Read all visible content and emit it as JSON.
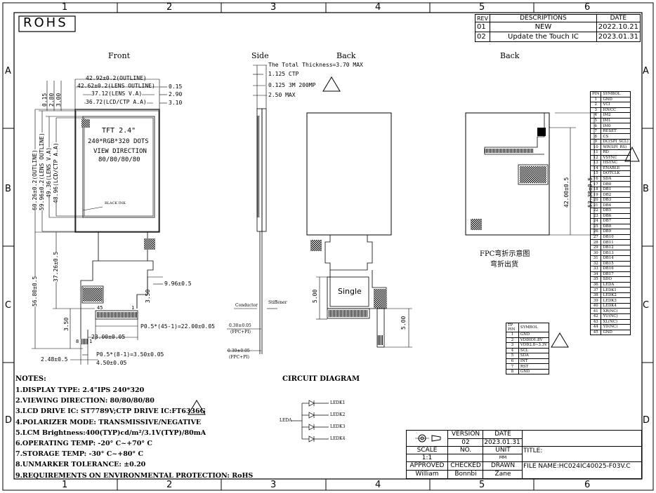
{
  "frame": {
    "col_marks": [
      "1",
      "2",
      "3",
      "4",
      "5",
      "6"
    ],
    "row_marks": [
      "A",
      "B",
      "C",
      "D"
    ]
  },
  "rohs": "ROHS",
  "revision": {
    "headers": [
      "REV",
      "DESCRIPTIONS",
      "DATE"
    ],
    "rows": [
      {
        "rev": "01",
        "desc": "NEW",
        "date": "2022.10.21"
      },
      {
        "rev": "02",
        "desc": "Update the Touch IC",
        "date": "2023.01.31"
      }
    ]
  },
  "views": {
    "front": "Front",
    "side": "Side",
    "back1": "Back",
    "back2": "Back"
  },
  "front": {
    "outline_w": "42.92±0.2(OUTLINE)",
    "lens_outline_w": "42.62±0.2(LENS OUTLINE)",
    "lens_va_w": "37.12(LENS V.A)",
    "lcd_aa_w": "36.72(LCD/CTP A.A)",
    "r_015": "0.15",
    "r_290": "2.90",
    "r_310": "3.10",
    "l_015": "0.15",
    "l_280": "2.80",
    "l_300": "3.00",
    "v_outline": "60.26±0.2(OUTLINE)",
    "v_lens_outline": "59.96±0.2(LENS OUTLINE)",
    "v_lens_va": "49.36(LENS V.A)",
    "v_lcd_aa": "48.96(LCD/CTP A.A)",
    "tft": "TFT 2.4\"",
    "dots": "240*RGB*320 DOTS",
    "view_dir": "VIEW DIRECTION",
    "view_val": "80/80/80/80",
    "black_ink": "BLACK INK",
    "d_5680": "56.80±0.5",
    "d_3726": "37.26±0.5",
    "d_350a": "3.50",
    "d_350b": "3.50",
    "d_996": "9.96±0.5",
    "pin45": "45",
    "pin1": "1",
    "pin8": "8",
    "pin1b": "1",
    "d_fpc45": "P0.5*(45-1)=22.00±0.05",
    "d_2300": "23.00±0.05",
    "d_fpc8": "P0.5*(8-1)=3.50±0.05",
    "d_248": "2.48±0.5",
    "d_450": "4.50±0.05"
  },
  "side": {
    "total": "The Total Thickness=3.70 MAX",
    "ctp": "1.125 CTP",
    "tape": "0.125 3M 200MP",
    "max250": "2.50 MAX",
    "conductor": "Conductor",
    "stiffener": "Stiffener",
    "fpc1": "0.30±0.05",
    "fpc1b": "(FPC+PI)",
    "fpc2": "0.30±0.05",
    "fpc2b": "(FPC+PI)"
  },
  "back1": {
    "single": "Single",
    "d500a": "5.00",
    "d500b": "5.00"
  },
  "back2": {
    "d42": "42.00±0.5",
    "d5338": "53.38±0.5",
    "bend_cn1": "FPC弯折示意图",
    "bend_cn2": "弯折出货"
  },
  "lcd_pins": {
    "header": [
      "PIN",
      "SYMBOL"
    ],
    "rows": [
      [
        "1",
        "GND"
      ],
      [
        "2",
        "VCI"
      ],
      [
        "3",
        "IOVCC"
      ],
      [
        "4",
        "IM2"
      ],
      [
        "5",
        "IM1"
      ],
      [
        "6",
        "IM0"
      ],
      [
        "7",
        "RESET"
      ],
      [
        "8",
        "CS"
      ],
      [
        "9",
        "DC(SPI_SCL)"
      ],
      [
        "10",
        "WR(SPI_RS)"
      ],
      [
        "11",
        "RD"
      ],
      [
        "12",
        "VSYNC"
      ],
      [
        "13",
        "HSYNC"
      ],
      [
        "14",
        "ENABLE"
      ],
      [
        "15",
        "DOTCLK"
      ],
      [
        "16",
        "SDA"
      ],
      [
        "17",
        "DB0"
      ],
      [
        "18",
        "DB1"
      ],
      [
        "19",
        "DB2"
      ],
      [
        "20",
        "DB3"
      ],
      [
        "21",
        "DB4"
      ],
      [
        "22",
        "DB5"
      ],
      [
        "23",
        "DB6"
      ],
      [
        "24",
        "DB7"
      ],
      [
        "25",
        "DB8"
      ],
      [
        "26",
        "DB9"
      ],
      [
        "27",
        "DB10"
      ],
      [
        "28",
        "DB11"
      ],
      [
        "29",
        "DB12"
      ],
      [
        "30",
        "DB13"
      ],
      [
        "31",
        "DB14"
      ],
      [
        "32",
        "DB15"
      ],
      [
        "33",
        "DB16"
      ],
      [
        "34",
        "DB17"
      ],
      [
        "35",
        "SDO"
      ],
      [
        "36",
        "LEDA"
      ],
      [
        "37",
        "LEDK1"
      ],
      [
        "38",
        "LEDK2"
      ],
      [
        "39",
        "LEDK3"
      ],
      [
        "40",
        "LEDK4"
      ],
      [
        "41",
        "XR(NC)"
      ],
      [
        "42",
        "YU(NC)"
      ],
      [
        "43",
        "XL(NC)"
      ],
      [
        "44",
        "YD(NC)"
      ],
      [
        "45",
        "GND"
      ]
    ]
  },
  "tp_pins": {
    "header": [
      "TP PIN",
      "SYMBOL"
    ],
    "rows": [
      [
        "1",
        "GND"
      ],
      [
        "2",
        "VDDIO1.8V"
      ],
      [
        "3",
        "VDD2.8~3.3V"
      ],
      [
        "4",
        "SCL"
      ],
      [
        "5",
        "SDA"
      ],
      [
        "6",
        "INT"
      ],
      [
        "7",
        "RST"
      ],
      [
        "8",
        "GND"
      ]
    ]
  },
  "notes": {
    "title": "NOTES:",
    "items": [
      "1.DISPLAY TYPE:  2.4\"IPS 240*320",
      "2.VIEWING DIRECTION: 80/80/80/80",
      "3.LCD DRIVE IC: ST7789V;CTP DRIVE IC:FT6336G",
      "4.POLARIZER MODE: TRANSMISSIVE/NEGATIVE",
      "5.LCM Brightness:400(TYP)cd/m²/3.1V(TYP)/80mA",
      "6.OPERATING TEMP: -20° C~+70° C",
      "7.STORAGE TEMP: -30° C~+80° C",
      "8.UNMARKER TOLERANCE: ±0.20",
      "9.REQUIREMENTS ON ENVIRONMENTAL PROTECTION: RoHS"
    ]
  },
  "circuit": {
    "title": "CIRCUIT  DIAGRAM",
    "leda": "LEDA",
    "leds": [
      "LEDK1",
      "LEDK2",
      "LEDK3",
      "LEDK4"
    ]
  },
  "title_block": {
    "version_h": "VERSION",
    "version": "02",
    "date_h": "DATE",
    "date": "2023.01.31",
    "scale_h": "SCALE",
    "scale": "1:1",
    "no_h": "NO.",
    "unit_h": "UNIT",
    "unit": "MM",
    "title_h": "TITLE:",
    "approved_h": "APPROVED",
    "approved": "William",
    "checked_h": "CHECKED",
    "checked": "Bonnbi",
    "drawn_h": "DRAWN",
    "drawn": "Zane",
    "file": "FILE NAME:HC024IC40025-F03V.C"
  }
}
